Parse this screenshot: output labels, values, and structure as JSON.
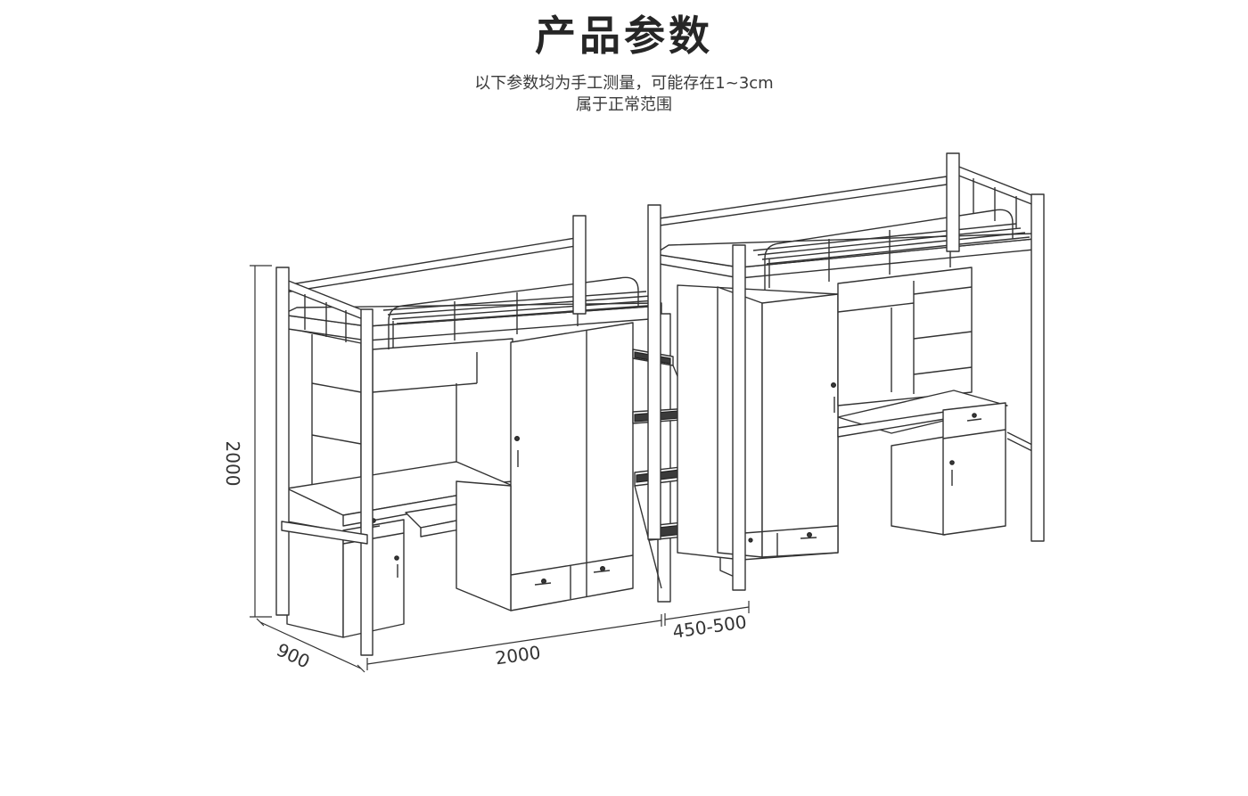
{
  "header": {
    "title": "产品参数",
    "subtitle_line1": "以下参数均为手工测量，可能存在1~3cm",
    "subtitle_line2": "属于正常范围"
  },
  "dimensions": {
    "height": "2000",
    "depth": "900",
    "length": "2000",
    "ladder_width": "450-500"
  },
  "colors": {
    "line": "#333333",
    "background": "#ffffff"
  }
}
